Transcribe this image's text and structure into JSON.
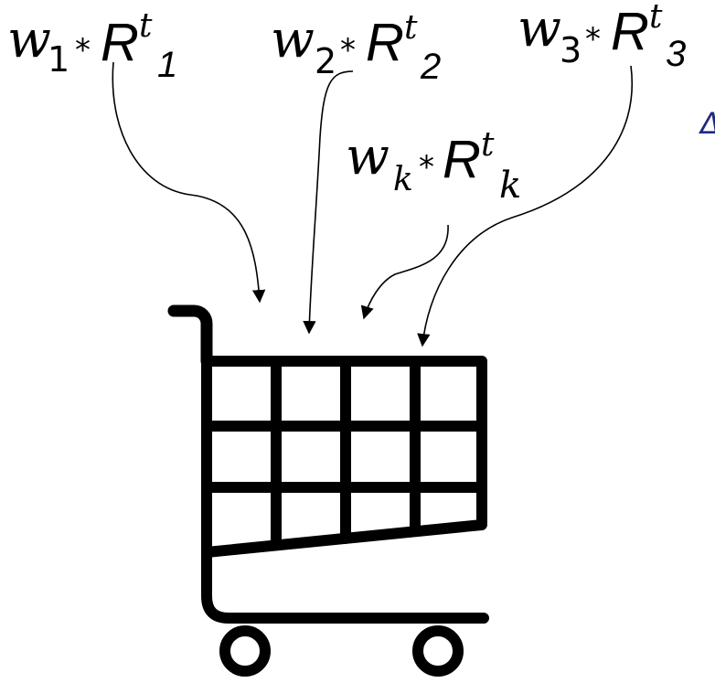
{
  "terms": [
    {
      "weight_var": "w",
      "weight_sub": "1",
      "op": "*",
      "return_var": "R",
      "return_sup": "t",
      "return_sub": "1"
    },
    {
      "weight_var": "w",
      "weight_sub": "2",
      "op": "*",
      "return_var": "R",
      "return_sup": "t",
      "return_sub": "2"
    },
    {
      "weight_var": "w",
      "weight_sub": "3",
      "op": "*",
      "return_var": "R",
      "return_sup": "t",
      "return_sub": "3"
    },
    {
      "weight_var": "w",
      "weight_sub": "k",
      "op": "*",
      "return_var": "R",
      "return_sup": "t",
      "return_sub": "k"
    }
  ],
  "edge_glyph": "Δ",
  "colors": {
    "ink": "#000000",
    "edge_glyph": "#1f2a80",
    "background": "#ffffff"
  },
  "icons": [
    "shopping-cart-icon",
    "arrow-icon"
  ]
}
